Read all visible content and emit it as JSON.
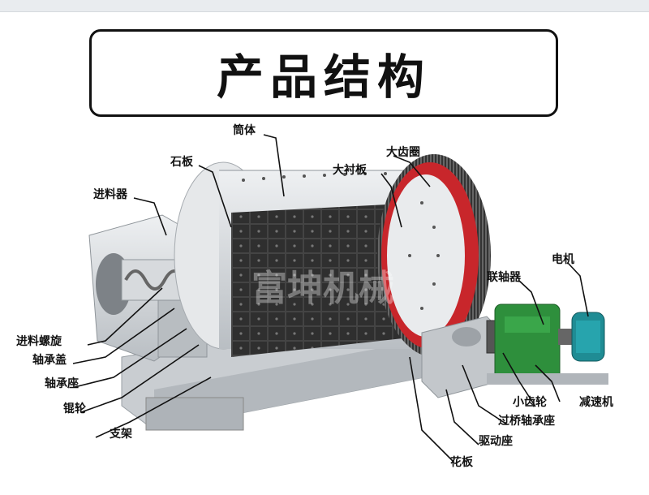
{
  "title": "产品结构",
  "watermark": "富坤机械",
  "labels": {
    "tongti": "筒体",
    "shiban": "石板",
    "jinliaoqi": "进料器",
    "dachenban": "大衬板",
    "dachiquan": "大齿圈",
    "dianji": "电机",
    "lianzhouqi": "联轴器",
    "jinliaoluoxuan": "进料螺旋",
    "zhouchenggai": "轴承盖",
    "zhouchengzuo": "轴承座",
    "gunlun": "锟轮",
    "zhijia": "支架",
    "xiaochilun": "小齿轮",
    "jiansuji": "减速机",
    "guoqiaozhouchengzuo": "过桥轴承座",
    "qudongzuo": "驱动座",
    "huaban": "花板"
  },
  "colors": {
    "gear_ring": "#c8262b",
    "reducer": "#2e8f3c",
    "motor": "#1f8c94",
    "shell": "#cfd3d6",
    "liner": "#3a3a3a"
  }
}
